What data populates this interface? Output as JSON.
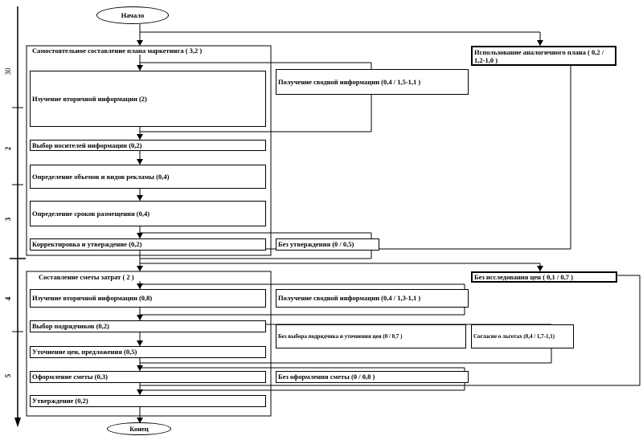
{
  "start": "Начало",
  "end": "Конец",
  "group1": {
    "label": "Самостоятельное составление плана маркетинга ( 3,2 )"
  },
  "group2": {
    "label": "Составление сметы затрат ( 2 )"
  },
  "nodes": {
    "n1": "Изучение вторичной информации (2)",
    "n2": "Выбор носителей информации (0,2)",
    "n3": "Определение объемов и видов рекламы (0,4)",
    "n4": "Определение сроков размещения (0,4)",
    "n5": "Корректировка и утверждение (0,2)",
    "n6": "Изучение вторичной информации (0,8)",
    "n7": "Выбор подрядчиков (0,2)",
    "n8": "Уточнение цен, предложения (0,5)",
    "n9": "Оформление сметы (0,3)",
    "n10": "Утверждение (0,2)",
    "a1": "Использование аналогичного плана ( 0,2 / 1,2-1,0 )",
    "a2": "Получение сводной информации (0,4 / 1,5-1,1 )",
    "a3": "Без утверждения (0 / 0,5)",
    "a4": "Без исследования цен ( 0,1 / 0,7 )",
    "a5": "Получение сводной информации (0,4 / 1,3-1,1 )",
    "a6": "Без выбора подрядчика и уточнения цен (0 / 0,7 )",
    "a7": "Согласие о льготах (0,4 / 1,7-1,1)",
    "a8": "Без оформления сметы (0 / 0,8 )"
  },
  "timeline": [
    "30",
    "2",
    "3",
    "4",
    "5"
  ]
}
